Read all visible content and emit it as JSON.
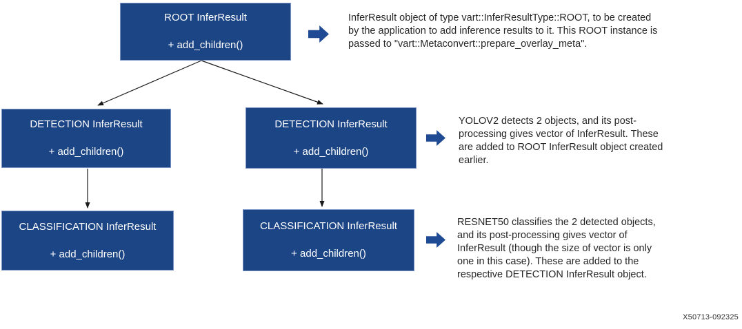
{
  "figure": {
    "nodes": {
      "root": {
        "title": "ROOT InferResult",
        "method": "+ add_children()"
      },
      "detection_left": {
        "title": "DETECTION InferResult",
        "method": "+ add_children()"
      },
      "detection_right": {
        "title": "DETECTION InferResult",
        "method": "+ add_children()"
      },
      "classification_left": {
        "title": "CLASSIFICATION InferResult",
        "method": "+ add_children()"
      },
      "classification_right": {
        "title": "CLASSIFICATION InferResult",
        "method": "+ add_children()"
      }
    },
    "annotations": {
      "root_note": "InferResult object of type vart::InferResultType::ROOT, to be created\nby the application to add inference results to it. This ROOT instance is\npassed to \"vart::Metaconvert::prepare_overlay_meta\".",
      "detection_note": "YOLOV2 detects 2 objects, and its post-\nprocessing gives vector of InferResult. These\nare added to ROOT InferResult object created\nearlier.",
      "classification_note": "RESNET50 classifies the 2 detected objects,\nand its post-processing gives vector of\nInferResult (though the size of vector is only\none in this case). These are added to the\nrespective DETECTION InferResult object."
    },
    "figure_id": "X50713-092325",
    "icons": {
      "pointer": "block-arrow-right-icon"
    },
    "colors": {
      "node_fill": "#1c4586",
      "node_border": "#7b93c4",
      "node_text": "#ffffff",
      "pointer_arrow": "#1e4b94",
      "connector": "#1a1a1a",
      "annotation_text": "#262626",
      "background": "#ffffff"
    }
  }
}
